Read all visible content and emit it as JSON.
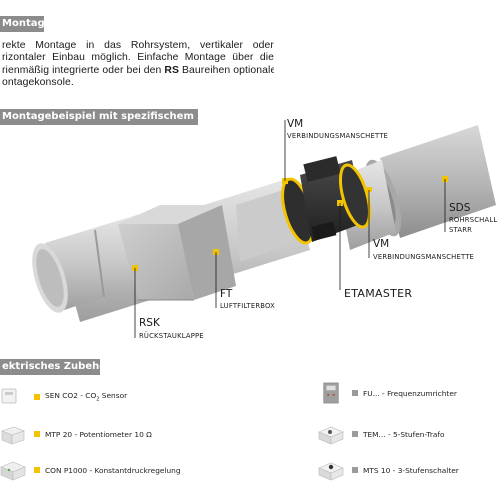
{
  "sections": {
    "montage": "Montage",
    "example": "Montagebeispiel mit spezifischem Zubehör",
    "electrical": "ektrisches Zubehör"
  },
  "paragraph": {
    "line1": "rekte  Montage  in  das  Rohrsystem,  vertikaler  oder",
    "line2": "rizontaler  Einbau  möglich.  Einfache  Montage  über  die",
    "line3a": "rienmäßig integrierte oder bei den",
    "line3b": "RS",
    "line3c": "Baureihen optionale",
    "line4": "ontagekonsole."
  },
  "labels": {
    "vm_top": "VM",
    "vm_top_sub": "VERBINDUNGSMANSCHETTE",
    "vm_bottom": "VM",
    "vm_bottom_sub": "VERBINDUNGSMANSCHETTE",
    "sds": "SDS",
    "sds_sub1": "ROHRSCHALL",
    "sds_sub2": "STARR",
    "ft": "FT",
    "ft_sub": "LUFTFILTERBOX",
    "etamaster": "ETAMASTER",
    "rsk": "RSK",
    "rsk_sub": "RÜCKSTAUKLAPPE"
  },
  "accessories_left": [
    {
      "text": "SEN CO2 - CO",
      "sub": "2",
      "suffix": " Sensor"
    },
    {
      "text": "MTP 20 - Potentiometer 10 Ω",
      "sub": "",
      "suffix": ""
    },
    {
      "text": "CON P1000 - Konstantdruckregelung",
      "sub": "",
      "suffix": ""
    }
  ],
  "accessories_right": [
    {
      "text": "FU... - Frequenzumrichter"
    },
    {
      "text": "TEM... - 5-Stufen-Trafo"
    },
    {
      "text": "MTS 10 - 3-Stufenschalter"
    }
  ],
  "colors": {
    "accent": "#f3c300",
    "section_bar": "#8c8c8c",
    "duct": "#c4c4c4"
  }
}
